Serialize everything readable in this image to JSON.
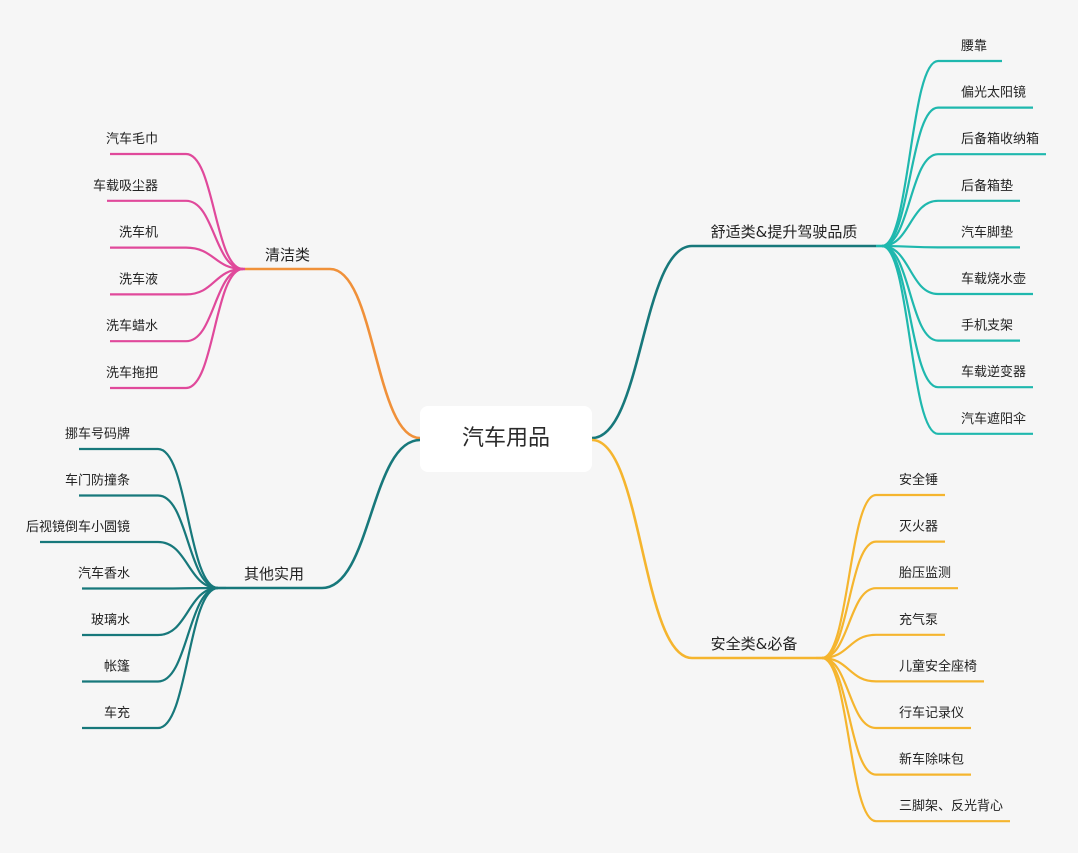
{
  "root": {
    "label": "汽车用品"
  },
  "branches": [
    {
      "id": "cleaning",
      "label": "清洁类",
      "side": "left",
      "color": "#F0913A",
      "child_color": "#E0499B",
      "children": [
        "汽车毛巾",
        "车载吸尘器",
        "洗车机",
        "洗车液",
        "洗车蜡水",
        "洗车拖把"
      ]
    },
    {
      "id": "practical",
      "label": "其他实用",
      "side": "left",
      "color": "#17787B",
      "child_color": "#17787B",
      "children": [
        "挪车号码牌",
        "车门防撞条",
        "后视镜倒车小圆镜",
        "汽车香水",
        "玻璃水",
        "帐篷",
        "车充"
      ]
    },
    {
      "id": "comfort",
      "label": "舒适类&提升驾驶品质",
      "side": "right",
      "color": "#17787B",
      "child_color": "#1FB8AE",
      "children": [
        "腰靠",
        "偏光太阳镜",
        "后备箱收纳箱",
        "后备箱垫",
        "汽车脚垫",
        "车载烧水壶",
        "手机支架",
        "车载逆变器",
        "汽车遮阳伞"
      ]
    },
    {
      "id": "safety",
      "label": "安全类&必备",
      "side": "right",
      "color": "#F5B52E",
      "child_color": "#F5B52E",
      "children": [
        "安全锤",
        "灭火器",
        "胎压监测",
        "充气泵",
        "儿童安全座椅",
        "行车记录仪",
        "新车除味包",
        "三脚架、反光背心"
      ]
    }
  ]
}
